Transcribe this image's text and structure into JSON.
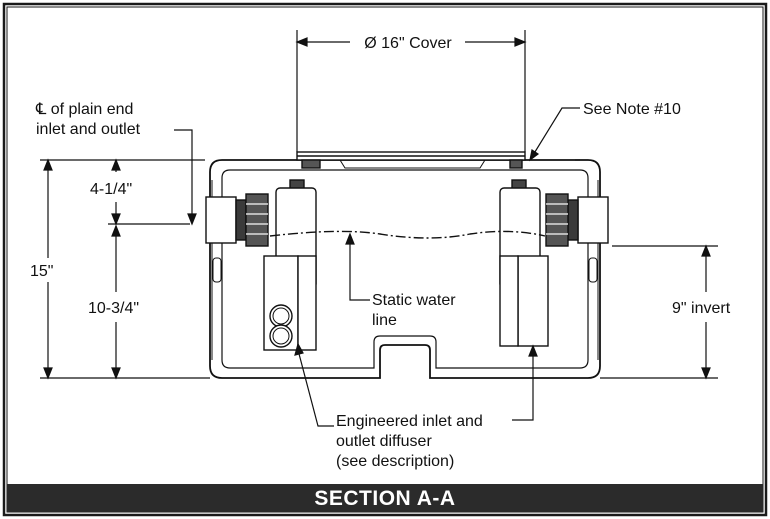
{
  "title": "SECTION A-A",
  "labels": {
    "cover": "Ø 16\" Cover",
    "note": "See Note #10",
    "cl_line1": "℄ of plain end",
    "cl_line2": "inlet and outlet",
    "dim_top": "4-1/4\"",
    "dim_total": "15\"",
    "dim_lower": "10-3/4\"",
    "invert": "9\" invert",
    "water_line1": "Static water",
    "water_line2": "line",
    "diffuser_line1": "Engineered inlet and",
    "diffuser_line2": "outlet diffuser",
    "diffuser_line3": "(see description)"
  },
  "colors": {
    "line": "#111111",
    "title_bar": "#2b2b2b",
    "dark_fill": "#3a3a3a",
    "frame": "#1a1a1a"
  }
}
